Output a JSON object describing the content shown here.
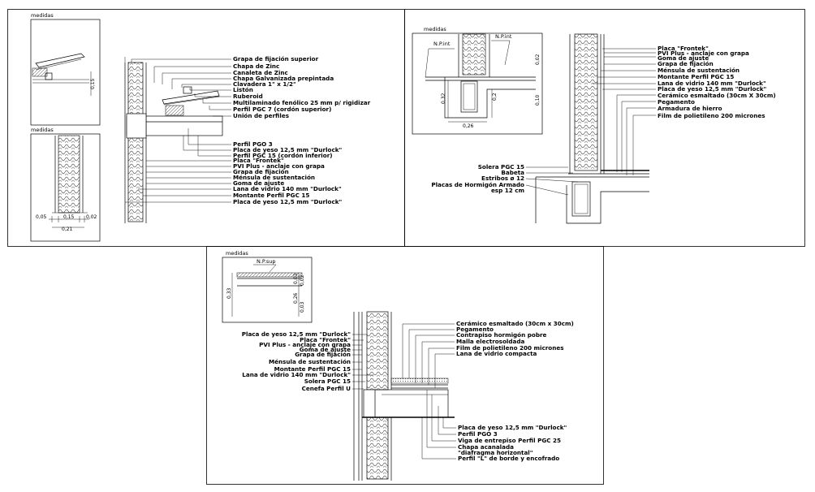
{
  "panel1": {
    "caption_top": "medidas",
    "caption_bottom": "medidas",
    "dim_015_v": "0,15",
    "dim_005": "0,05",
    "dim_015_h": "0,15",
    "dim_002": "0,02",
    "dim_021": "0,21",
    "labels": [
      "Grapa de fijación superior",
      "Chapa de Zinc",
      "Canaleta de Zinc",
      "Chapa Galvanizada prepintada",
      "Clavadera 1\" x 1/2\"",
      "Listón",
      "Ruberoid",
      "Multilaminado fenólico 25 mm p/ rigidizar",
      "Perfil PGC 7 (cordón superior)",
      "Unión de perfiles",
      "Perfil PGO 3",
      "Placa de yeso 12,5 mm \"Durlock\"",
      "Perfil PGC 15 (cordón inferior)",
      "Placa \"Frontek\"",
      "PVI Plus - anclaje con grapa",
      "Grapa de fijación",
      "Ménsula de sustentación",
      "Goma de ajuste",
      "Lana de vidrio 140 mm \"Durlock\"",
      "Montante Perfil PGC 15",
      "Placa de yeso 12,5 mm \"Durlock\""
    ]
  },
  "panel2": {
    "caption": "medidas",
    "np_left": "N.P.int",
    "np_right": "N.P.int",
    "dim_002": "0,02",
    "dim_032": "0,32",
    "dim_02": "0,2",
    "dim_010": "0,10",
    "dim_026": "0,26",
    "labels_right": [
      "Placa \"Frontek\"",
      "PVI Plus - anclaje con grapa",
      "Goma de ajuste",
      "Grapa de fijación",
      "Ménsula de sustentación",
      "Montante Perfil PGC 15",
      "Lana de vidrio 140 mm \"Durlock\"",
      "Placa de yeso 12,5 mm \"Durlock\"",
      "Cerámico esmaltado (30cm X 30cm)",
      "Pegamento",
      "Armadura de hierro",
      "Film de polietileno 200 micrones"
    ],
    "labels_left": [
      "Solera PGC 15",
      "Babeta",
      "Estribos ø 12",
      "Placas de Hormigón Armado",
      "esp 12 cm"
    ]
  },
  "panel3": {
    "caption": "medidas",
    "np": "N.P.sup",
    "dim_033": "0,33",
    "dim_003": "0,03",
    "dim_026": "0,26",
    "dim_002": "0,02",
    "labels_left": [
      "Placa de yeso 12,5 mm \"Durlock\"",
      "Placa \"Frontek\"",
      "PVI Plus - anclaje con grapa",
      "Goma de ajuste",
      "Grapa de fijación",
      "Ménsula de sustentación",
      "Montante Perfil PGC 15",
      "Lana de vidrio 140 mm \"Durlock\"",
      "Solera PGC 15",
      "Cenefa Perfil U"
    ],
    "labels_right_top": [
      "Cerámico esmaltado (30cm x 30cm)",
      "Pegamento",
      "Contrapiso hormigón pobre",
      "Malla electrosoldada",
      "Film de polietileno 200 micrones",
      "Lana de vidrio compacta"
    ],
    "labels_right_bottom": [
      "Placa de yeso 12,5 mm \"Durlock\"",
      "Perfil PGO 3",
      "Viga de entrepiso Perfil PGC 25",
      "Chapa acanalada",
      "\"diafragma horizontal\"",
      "Perfil \"L\" de borde y encofrado"
    ]
  }
}
